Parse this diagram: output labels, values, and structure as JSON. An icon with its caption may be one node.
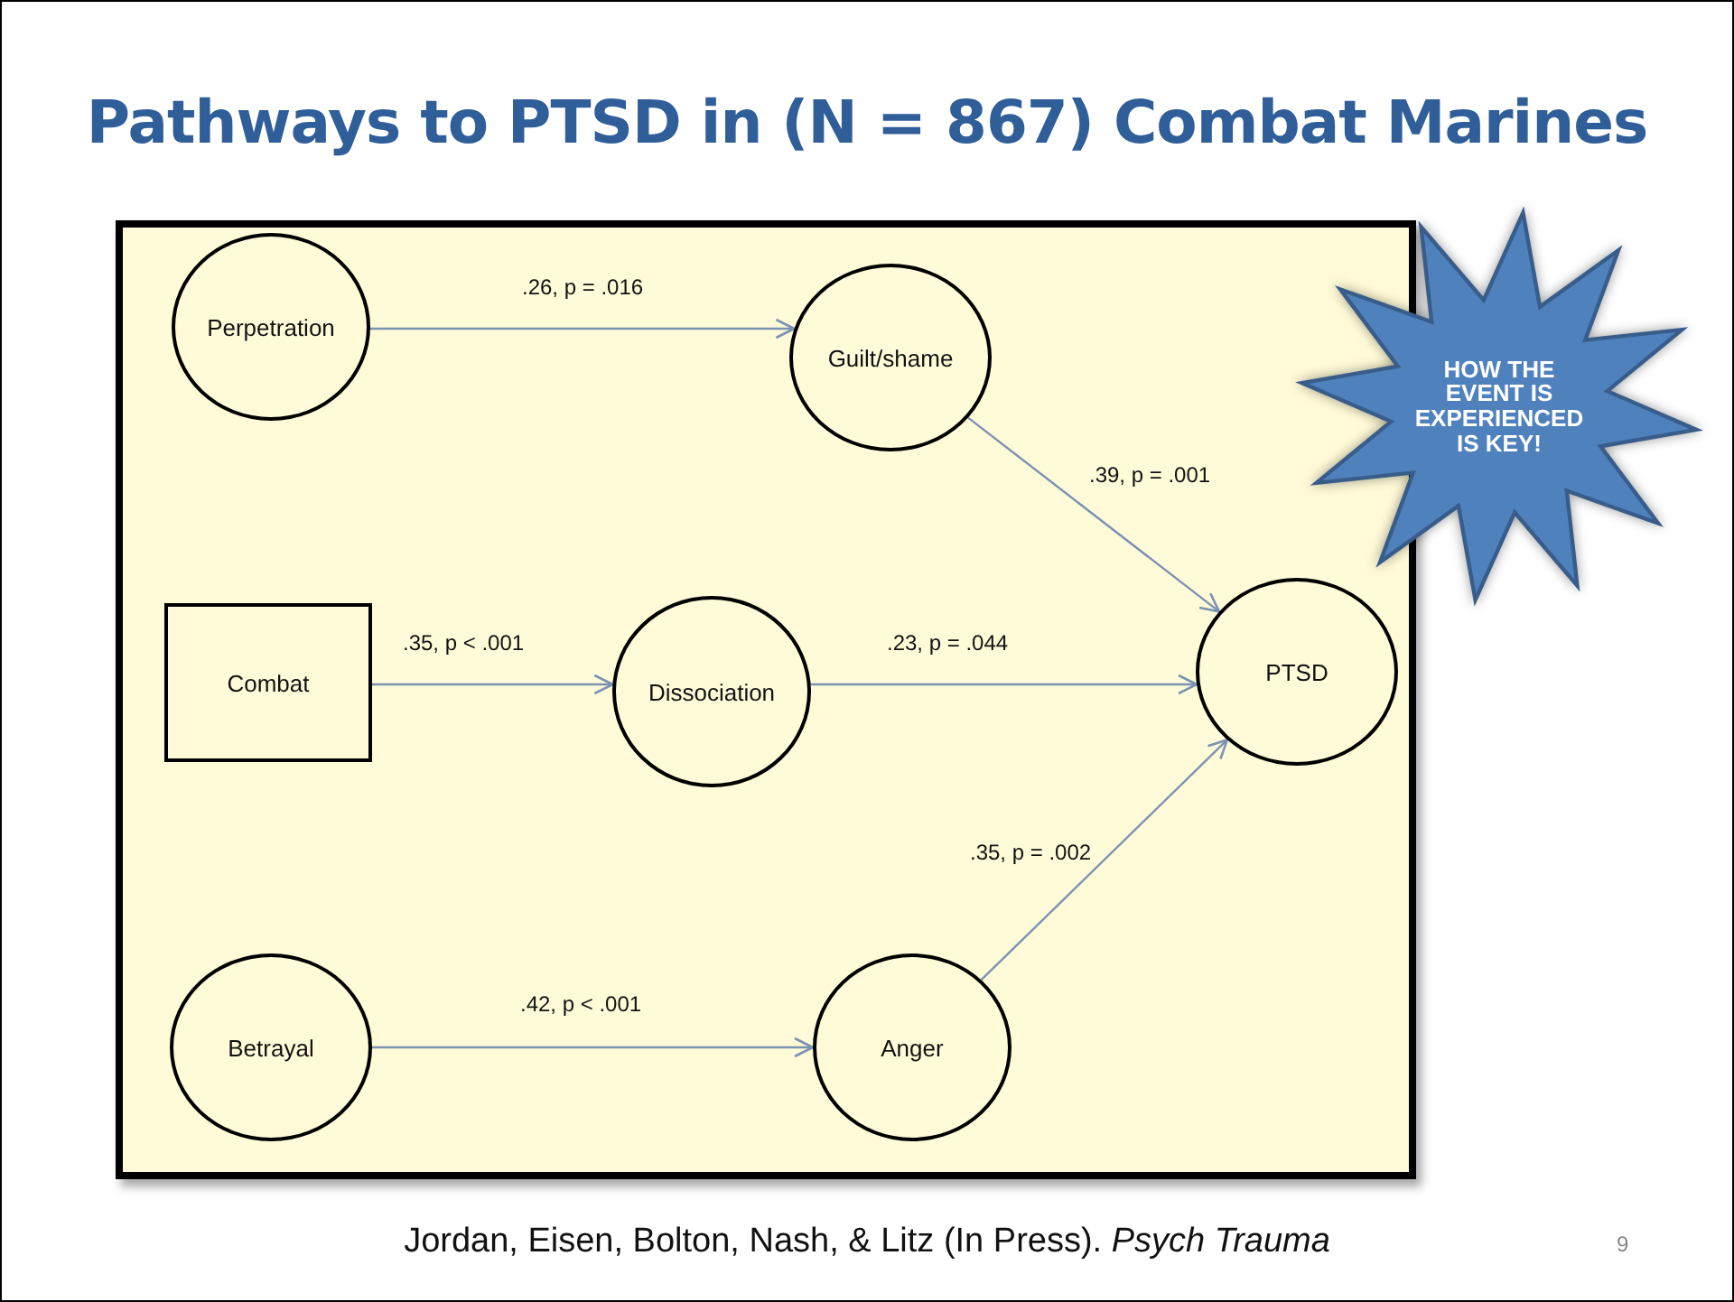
{
  "diagram": {
    "title": "Pathways to PTSD in (N = 867) Combat Marines",
    "caption": "Jordan, Eisen, Bolton, Nash, & Litz (In Press). *Psych Trauma*",
    "nodes": [
      {
        "text": [
          "Perpetration"
        ]
      },
      {
        "text": [
          "Guilt/shame"
        ]
      },
      {
        "text": [
          "HOW THE EVENT IS EXPERIENCED IS KEY!"
        ]
      },
      {
        "text": [
          "Combat"
        ]
      },
      {
        "text": [
          "Dissociation"
        ]
      },
      {
        "text": [
          "PTSD"
        ]
      },
      {
        "text": [
          "Betrayal"
        ]
      },
      {
        "text": [
          "Anger"
        ]
      }
    ],
    "edges": [
      {
        "from": 0,
        "to": 1,
        "arrow": "to",
        "label": ".26, p = .016"
      },
      {
        "from": 1,
        "to": 5,
        "arrow": "to",
        "label": ".39, p = .001"
      },
      {
        "from": 3,
        "to": 4,
        "arrow": "to",
        "label": ".35, p < .001"
      },
      {
        "from": 4,
        "to": 5,
        "arrow": "to",
        "label": ".23, p = .044"
      },
      {
        "from": 6,
        "to": 7,
        "arrow": "to",
        "label": ".42, p < .001"
      },
      {
        "from": 7,
        "to": 5,
        "arrow": "to",
        "label": ".35, p = .002"
      }
    ],
    "labels": [
      "9"
    ]
  }
}
